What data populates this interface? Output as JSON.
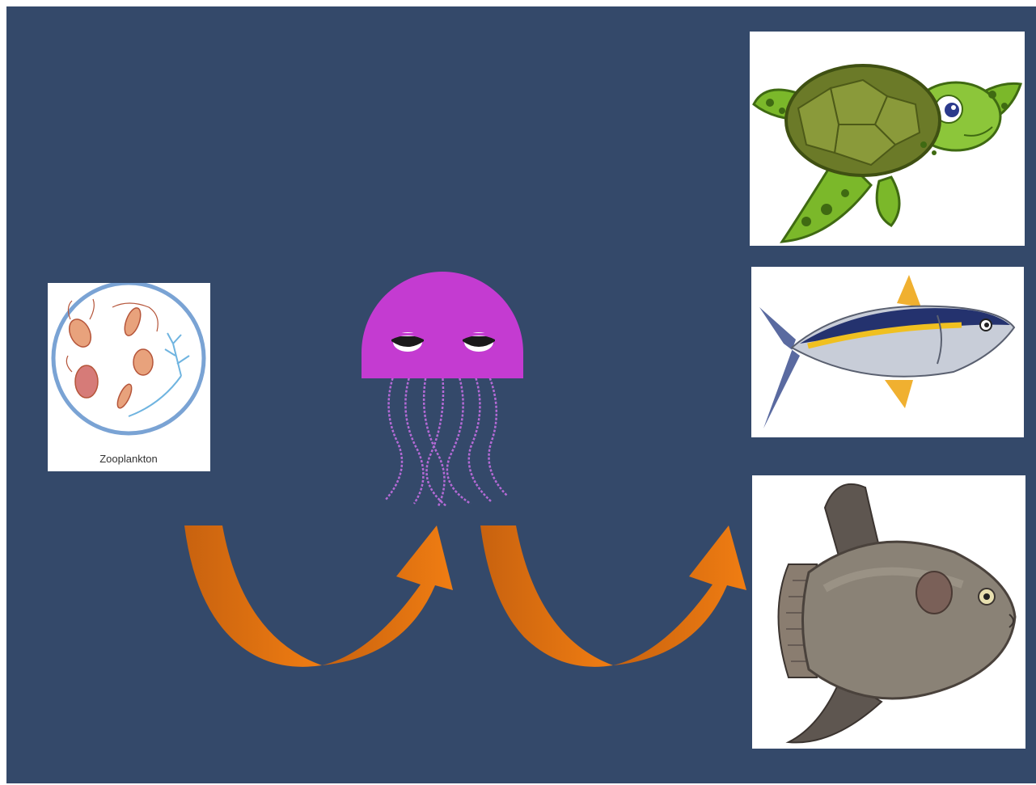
{
  "diagram": {
    "background_color": "#34496a",
    "arrow_color": "#e07410",
    "nodes": {
      "zooplankton": {
        "label": "Zooplankton",
        "icon": "zooplankton-illustration"
      },
      "jellyfish": {
        "icon": "jellyfish-illustration",
        "color": "#c43bd1"
      },
      "predators": [
        {
          "icon": "sea-turtle-illustration"
        },
        {
          "icon": "tuna-illustration"
        },
        {
          "icon": "ocean-sunfish-illustration"
        }
      ]
    },
    "edges": [
      {
        "from": "zooplankton",
        "to": "jellyfish"
      },
      {
        "from": "jellyfish",
        "to": "predators"
      }
    ]
  }
}
